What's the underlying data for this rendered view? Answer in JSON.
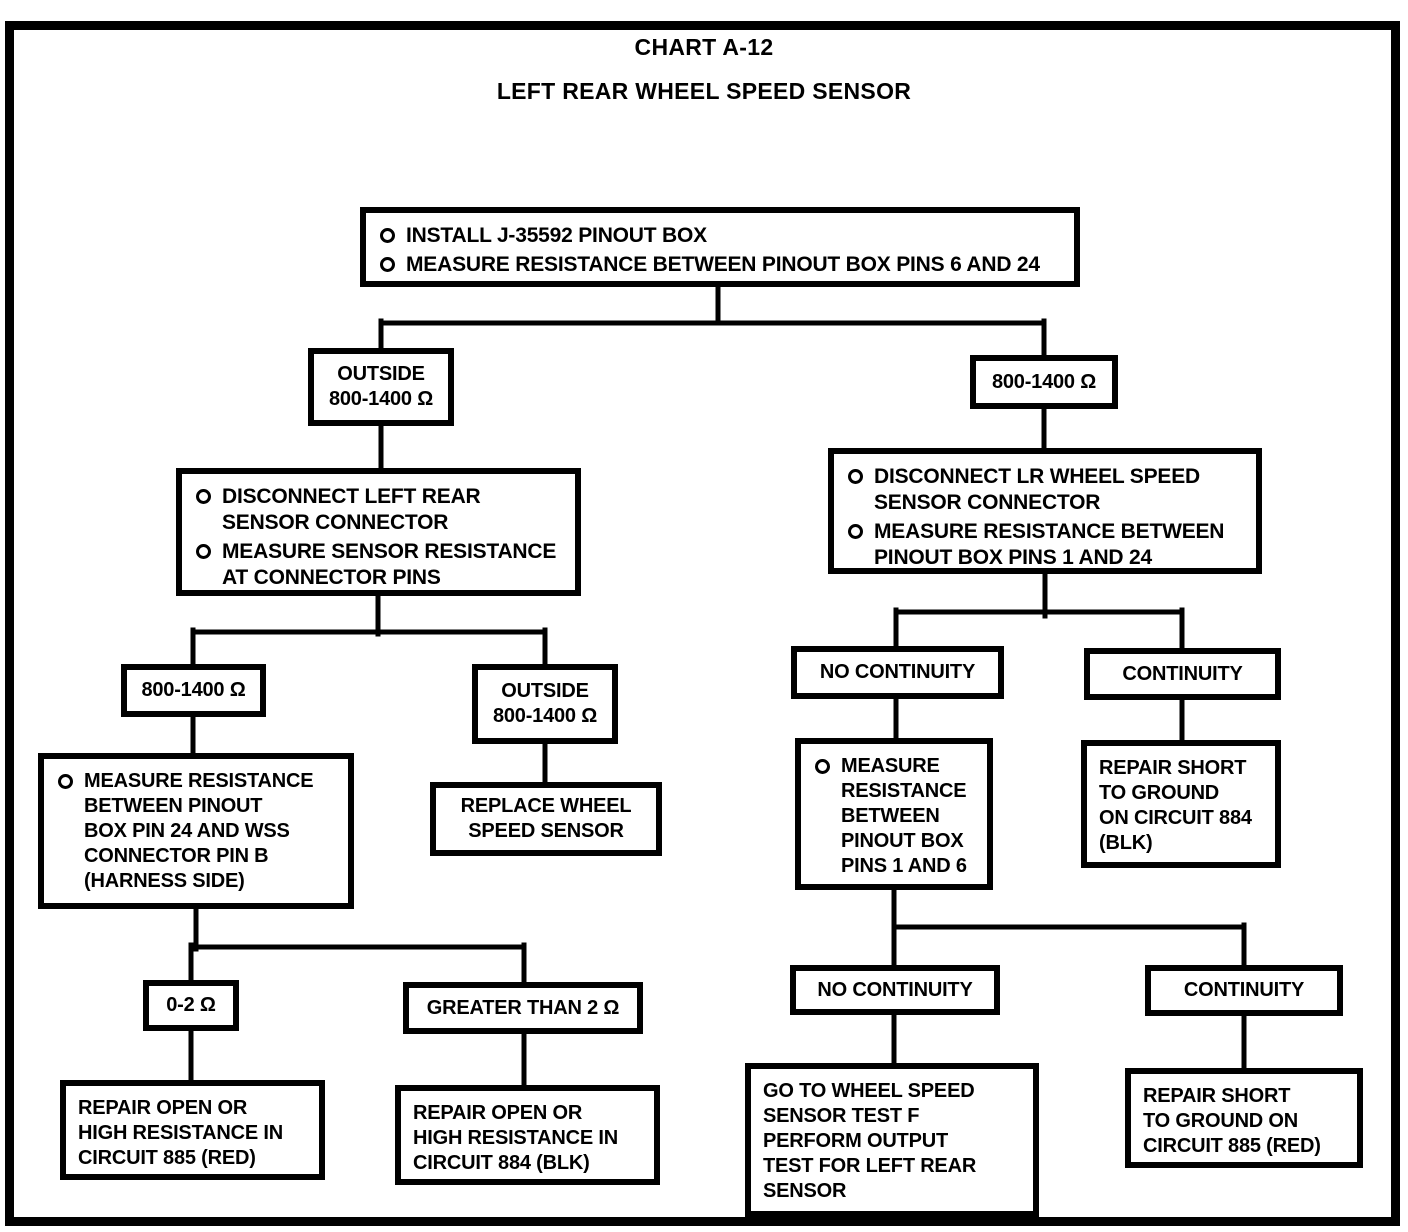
{
  "header": {
    "title": "CHART A-12",
    "subtitle": "LEFT REAR WHEEL SPEED SENSOR"
  },
  "colors": {
    "ink": "#000000",
    "paper": "#ffffff"
  },
  "icons": {
    "bullet": "open-circle-bullet"
  },
  "nodes": {
    "install": {
      "items": [
        "INSTALL J-35592 PINOUT BOX",
        "MEASURE RESISTANCE BETWEEN PINOUT BOX PINS 6 AND 24"
      ]
    },
    "outside_top": {
      "label": "OUTSIDE\n800-1400 Ω"
    },
    "inrange_top": {
      "label": "800-1400 Ω"
    },
    "disconnect_left": {
      "items": [
        "DISCONNECT LEFT REAR\nSENSOR CONNECTOR",
        "MEASURE SENSOR RESISTANCE\nAT CONNECTOR PINS"
      ]
    },
    "disconnect_lr": {
      "items": [
        "DISCONNECT LR WHEEL SPEED\nSENSOR CONNECTOR",
        "MEASURE RESISTANCE BETWEEN\nPINOUT BOX PINS 1 AND 24"
      ]
    },
    "inrange_left": {
      "label": "800-1400 Ω"
    },
    "outside_left": {
      "label": "OUTSIDE\n800-1400 Ω"
    },
    "measure_pin24": {
      "items": [
        "MEASURE RESISTANCE\nBETWEEN PINOUT\nBOX PIN 24 AND WSS\nCONNECTOR PIN B\n(HARNESS SIDE)"
      ]
    },
    "replace_sensor": {
      "label": "REPLACE WHEEL\nSPEED SENSOR"
    },
    "no_continuity_1": {
      "label": "NO CONTINUITY"
    },
    "continuity_1": {
      "label": "CONTINUITY"
    },
    "measure_pins_1_6": {
      "items": [
        "MEASURE\nRESISTANCE\nBETWEEN\nPINOUT BOX\nPINS 1 AND 6"
      ]
    },
    "repair_short_884": {
      "label": "REPAIR SHORT\nTO GROUND\nON CIRCUIT 884\n(BLK)"
    },
    "zero_to_two": {
      "label": "0-2 Ω"
    },
    "greater_than_two": {
      "label": "GREATER THAN 2 Ω"
    },
    "repair_open_885": {
      "label": "REPAIR OPEN OR\nHIGH RESISTANCE IN\nCIRCUIT 885 (RED)"
    },
    "repair_open_884": {
      "label": "REPAIR OPEN OR\nHIGH RESISTANCE IN\nCIRCUIT 884 (BLK)"
    },
    "no_continuity_2": {
      "label": "NO CONTINUITY"
    },
    "continuity_2": {
      "label": "CONTINUITY"
    },
    "goto_test_f": {
      "label": "GO TO WHEEL SPEED\nSENSOR TEST F\nPERFORM OUTPUT\nTEST FOR LEFT REAR\nSENSOR"
    },
    "repair_short_885": {
      "label": "REPAIR SHORT\nTO GROUND ON\nCIRCUIT 885 (RED)"
    }
  }
}
